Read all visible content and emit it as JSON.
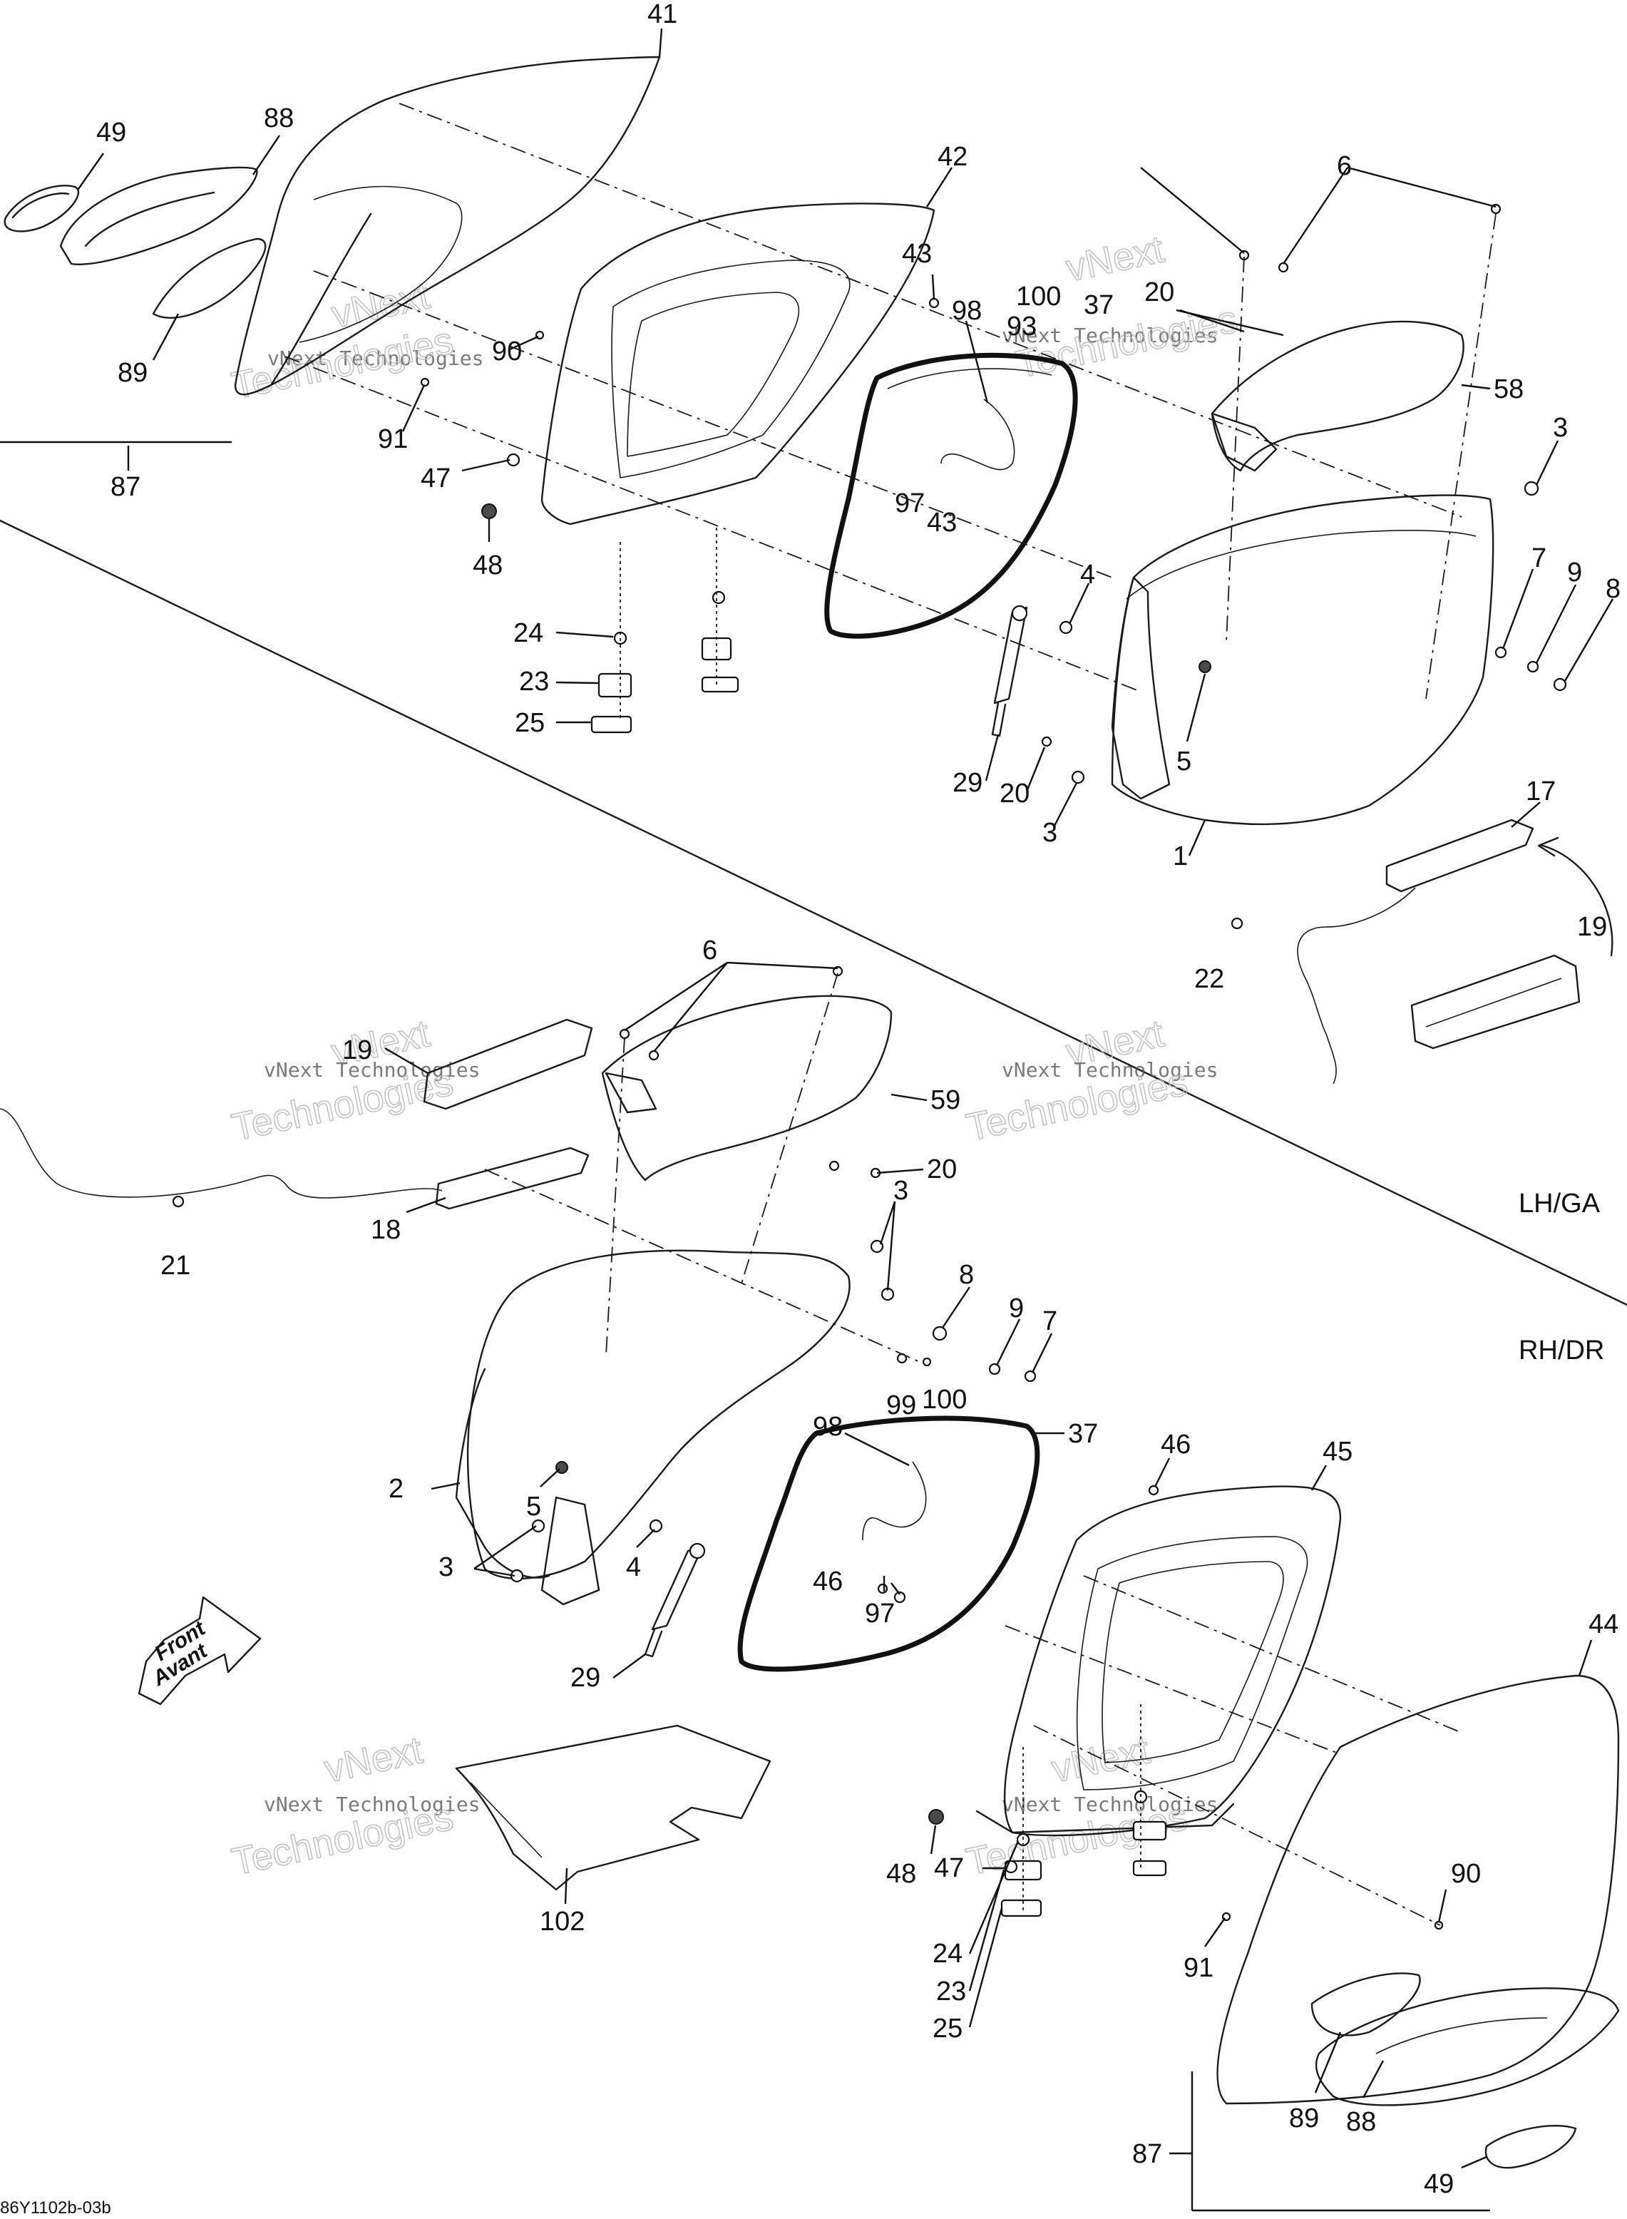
{
  "watermark": {
    "line_small": "vNext Technologies",
    "line_big_1": "vNext",
    "line_big_2": "Technologies"
  },
  "diagram_code": "86Y1102b-03b",
  "side_labels": {
    "lh": "LH/GA",
    "rh": "RH/DR"
  },
  "front_arrow": {
    "line1": "Front",
    "line2": "Avant"
  },
  "callouts": {
    "c41": "41",
    "c49a": "49",
    "c88a": "88",
    "c89a": "89",
    "c90a": "90",
    "c91a": "91",
    "c87a": "87",
    "c47a": "47",
    "c48a": "48",
    "c42": "42",
    "c43a": "43",
    "c98a": "98",
    "c93": "93",
    "c100a": "100",
    "c37a": "37",
    "c97a": "97",
    "c43b": "43",
    "c6a": "6",
    "c20a": "20",
    "c58": "58",
    "c3a": "3",
    "c4a": "4",
    "c7a": "7",
    "c9a": "9",
    "c8a": "8",
    "c5a": "5",
    "c29a": "29",
    "c20b": "20",
    "c3b": "3",
    "c1": "1",
    "c17": "17",
    "c19a": "19",
    "c22": "22",
    "c24a": "24",
    "c23a": "23",
    "c25a": "25",
    "c6b": "6",
    "c19b": "19",
    "c59": "59",
    "c20c": "20",
    "c21": "21",
    "c18": "18",
    "c3c": "3",
    "c8b": "8",
    "c9b": "9",
    "c7b": "7",
    "c99": "99",
    "c100b": "100",
    "c98b": "98",
    "c37b": "37",
    "c46a": "46",
    "c45": "45",
    "c2": "2",
    "c5b": "5",
    "c4b": "4",
    "c3d": "3",
    "c46b": "46",
    "c97b": "97",
    "c29b": "29",
    "c44": "44",
    "c102": "102",
    "c90b": "90",
    "c48b": "48",
    "c47b": "47",
    "c91b": "91",
    "c24b": "24",
    "c23b": "23",
    "c25b": "25",
    "c89b": "89",
    "c88b": "88",
    "c87b": "87",
    "c49b": "49"
  }
}
